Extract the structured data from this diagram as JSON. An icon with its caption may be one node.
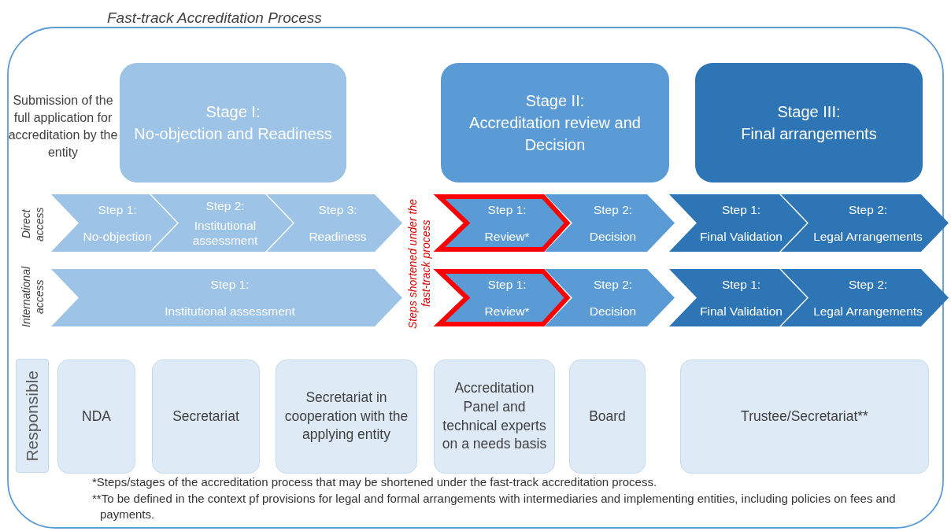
{
  "diagram": {
    "title": "Fast-track Accreditation Process",
    "nodes": [
      {
        "text": [
          "Stage I:",
          "No-objection and Readiness"
        ]
      },
      {
        "text": [
          "Stage II:",
          "Accreditation review and Decision"
        ]
      },
      {
        "text": [
          "Stage III:",
          "Final arrangements"
        ]
      },
      {
        "text": [
          "Step 1:",
          "No-objection"
        ]
      },
      {
        "text": [
          "Step 2:",
          "Institutional assessment"
        ]
      },
      {
        "text": [
          "Step 3:",
          "Readiness"
        ]
      },
      {
        "text": [
          "Step 1:",
          "Review*"
        ]
      },
      {
        "text": [
          "Step 2:",
          "Decision"
        ]
      },
      {
        "text": [
          "Step 1:",
          "Final Validation"
        ]
      },
      {
        "text": [
          "Step 2:",
          "Legal Arrangements"
        ]
      },
      {
        "text": [
          "Step 1:",
          "Institutional assessment"
        ]
      },
      {
        "text": [
          "Step 1:",
          "Review*"
        ]
      },
      {
        "text": [
          "Step 2:",
          "Decision"
        ]
      },
      {
        "text": [
          "Step 1:",
          "Final Validation"
        ]
      },
      {
        "text": [
          "Step 2:",
          "Legal Arrangements"
        ]
      },
      {
        "text": [
          "Responsible"
        ]
      },
      {
        "text": [
          "NDA"
        ]
      },
      {
        "text": [
          "Secretariat"
        ]
      },
      {
        "text": [
          "Secretariat in cooperation with the applying entity"
        ]
      },
      {
        "text": [
          "Accreditation Panel and technical experts on a needs basis"
        ]
      },
      {
        "text": [
          "Board"
        ]
      },
      {
        "text": [
          "Trustee/Secretariat**"
        ]
      }
    ],
    "edges": [],
    "labels": [
      "Submission of the full application for accreditation by the entity",
      "Direct access",
      "International access",
      "Steps shortened under the fast-track process",
      "*Steps/stages of the accreditation process that may be shortened under the fast-track accreditation process.",
      "**To be defined in the context pf provisions for legal and formal arrangements with intermediaries and implementing entities, including policies on fees and payments."
    ]
  }
}
